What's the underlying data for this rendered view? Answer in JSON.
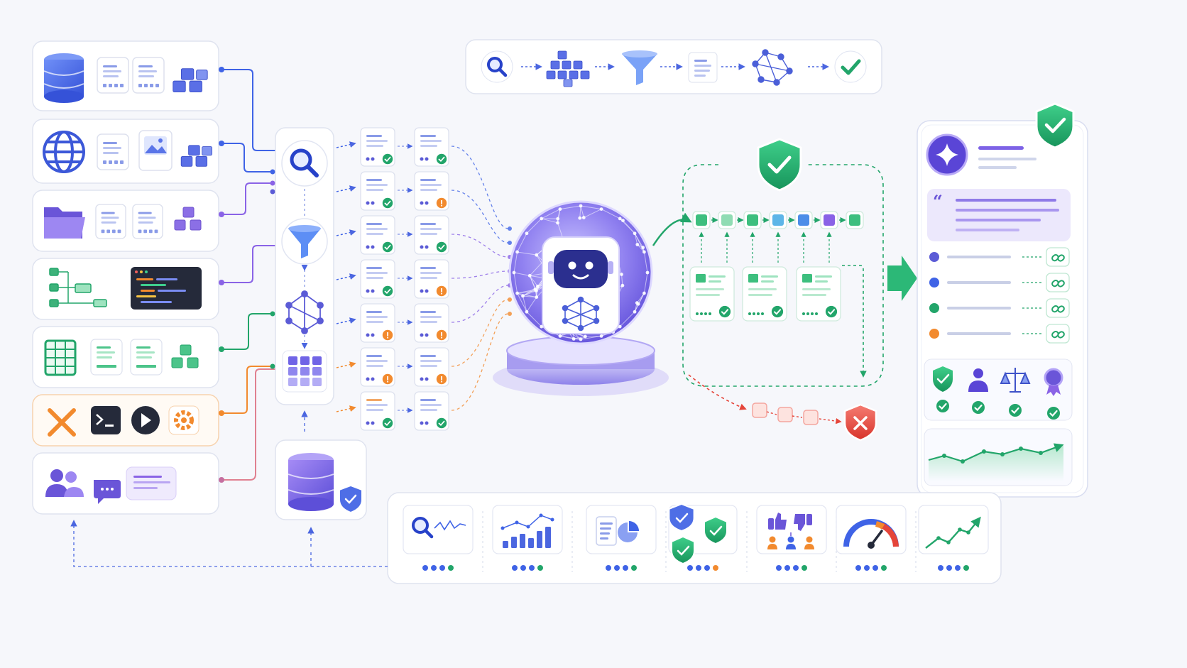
{
  "colors": {
    "blue": "#3f63e6",
    "indigo": "#5b5bd6",
    "purple": "#8a63e6",
    "green": "#22a56a",
    "orange": "#f28a2e",
    "red": "#e5453a",
    "teal": "#2fa3a3",
    "gray": "#c5cbe0"
  },
  "icons": {
    "sources": [
      "database-icon",
      "globe-icon",
      "folder-icon",
      "flowchart-icon",
      "spreadsheet-icon",
      "tools-icon",
      "users-icon"
    ],
    "pipeline": [
      "search-icon",
      "blocks-icon",
      "funnel-icon",
      "document-icon",
      "network-icon",
      "check-icon"
    ],
    "retrieval": [
      "search-icon",
      "funnel-icon",
      "graph-icon",
      "grid-icon"
    ],
    "metrics": [
      "search-trend-icon",
      "bar-chart-icon",
      "report-icon",
      "shields-icon",
      "feedback-icon",
      "gauge-icon",
      "growth-icon"
    ],
    "answer": [
      "sparkle-icon",
      "quote-icon",
      "link-icon",
      "shield-icon",
      "user-icon",
      "scale-icon",
      "award-icon"
    ]
  },
  "doc_status": [
    [
      "ok",
      "ok"
    ],
    [
      "ok",
      "warn"
    ],
    [
      "ok",
      "ok"
    ],
    [
      "ok",
      "warn"
    ],
    [
      "warn",
      "warn"
    ],
    [
      "warn",
      "warn"
    ],
    [
      "ok",
      "ok"
    ]
  ]
}
